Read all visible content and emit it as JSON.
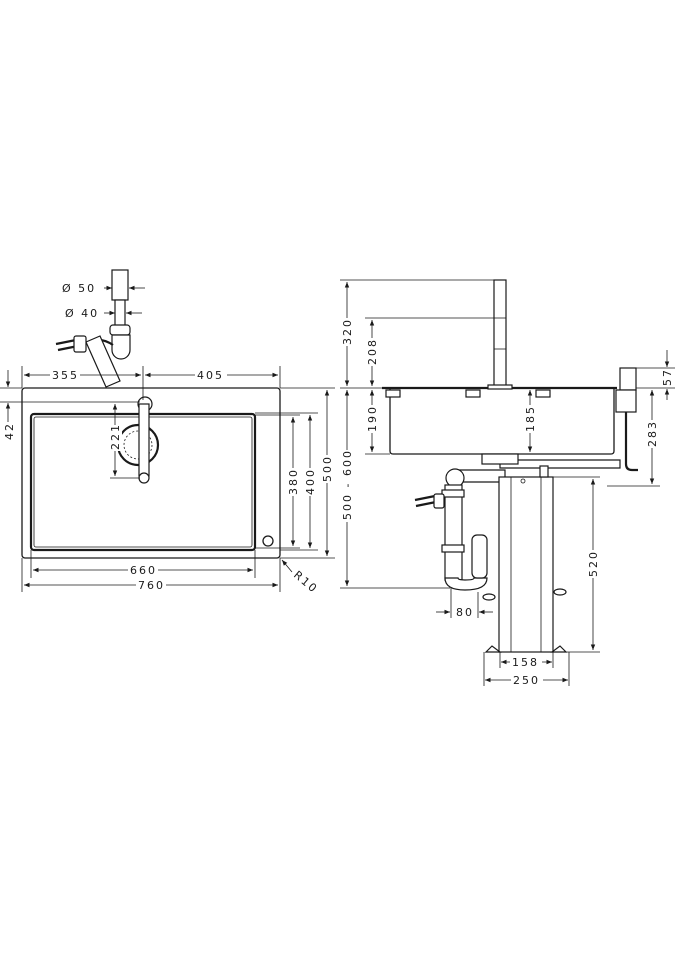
{
  "plan_view": {
    "dim_d50": "Ø 50",
    "dim_d40": "Ø 40",
    "dim_355": "355",
    "dim_405": "405",
    "dim_42": "42",
    "dim_221": "221",
    "dim_380": "380",
    "dim_400": "400",
    "dim_500": "500",
    "dim_660": "660",
    "dim_760": "760",
    "dim_r10": "R10"
  },
  "side_view": {
    "dim_320": "320",
    "dim_208": "208",
    "dim_190": "190",
    "dim_185": "185",
    "dim_500_600": "500 - 600",
    "dim_57": "57",
    "dim_283": "283",
    "dim_520": "520",
    "dim_80": "80",
    "dim_158": "158",
    "dim_250": "250"
  }
}
